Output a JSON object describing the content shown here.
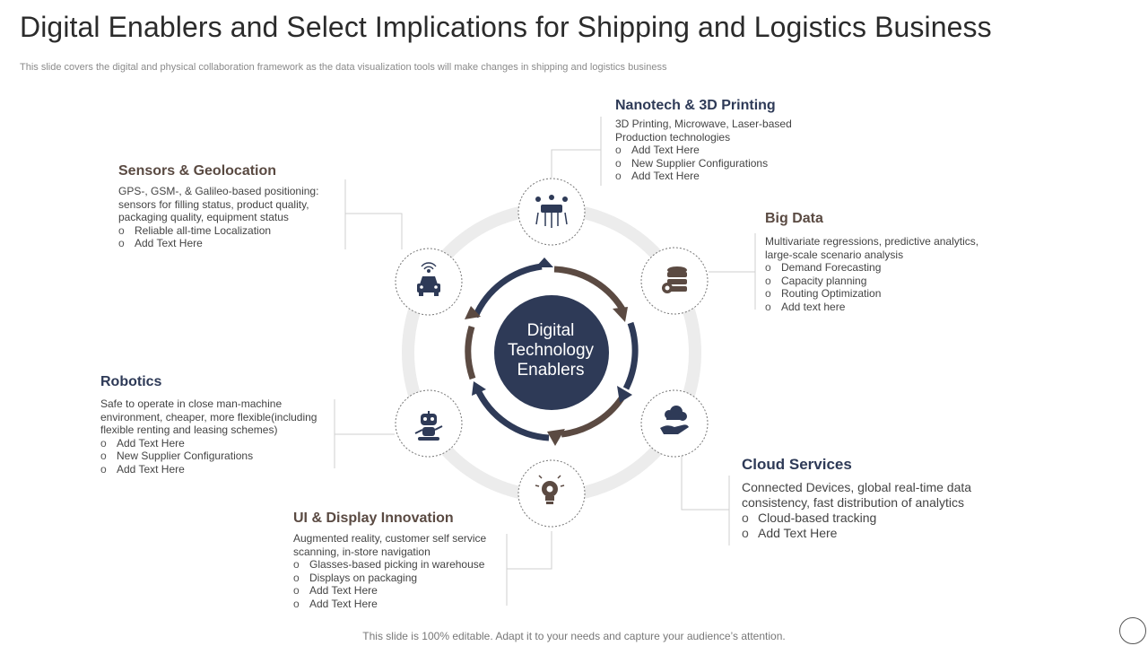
{
  "title": "Digital Enablers and Select Implications for Shipping and Logistics Business",
  "subtitle": "This slide covers the digital and physical collaboration framework as the data visualization tools will make changes in shipping and logistics business",
  "footer": "This slide is 100% editable. Adapt it to your needs and capture your audience’s attention.",
  "center": {
    "line1": "Digital",
    "line2": "Technology",
    "line3": "Enablers"
  },
  "colors": {
    "navy": "#2e3a57",
    "brown": "#5b4a42",
    "ring": "#ececec",
    "dash": "#777777"
  },
  "nodes": {
    "nanotech": {
      "heading": "Nanotech & 3D Printing",
      "desc": "3D Printing, Microwave, Laser-based Production technologies",
      "bullets": [
        "Add Text Here",
        "New Supplier Configurations",
        "Add Text Here"
      ],
      "icon": "robot-network-icon"
    },
    "bigdata": {
      "heading": "Big Data",
      "desc": "Multivariate regressions, predictive analytics, large-scale scenario analysis",
      "bullets": [
        "Demand Forecasting",
        "Capacity planning",
        "Routing Optimization",
        "Add text here"
      ],
      "icon": "database-gear-icon"
    },
    "cloud": {
      "heading": "Cloud Services",
      "desc": "Connected Devices, global real-time data consistency, fast distribution of analytics",
      "bullets": [
        "Cloud-based tracking",
        "Add Text Here"
      ],
      "icon": "cloud-hand-icon"
    },
    "ui": {
      "heading": "UI & Display Innovation",
      "desc": "Augmented reality, customer self service scanning, in-store navigation",
      "bullets": [
        "Glasses-based picking in warehouse",
        "Displays on packaging",
        "Add Text Here",
        "Add Text Here"
      ],
      "icon": "lightbulb-gear-icon"
    },
    "robotics": {
      "heading": "Robotics",
      "desc": "Safe to operate in close man-machine environment, cheaper, more flexible(including flexible renting and leasing schemes)",
      "bullets": [
        "Add Text Here",
        "New Supplier Configurations",
        "Add Text Here"
      ],
      "icon": "robot-icon"
    },
    "sensors": {
      "heading": "Sensors & Geolocation",
      "desc": "GPS-, GSM-, & Galileo-based positioning: sensors for filling status, product quality, packaging quality, equipment status",
      "bullets": [
        "Reliable all-time Localization",
        "Add Text Here"
      ],
      "icon": "connected-car-icon"
    }
  }
}
